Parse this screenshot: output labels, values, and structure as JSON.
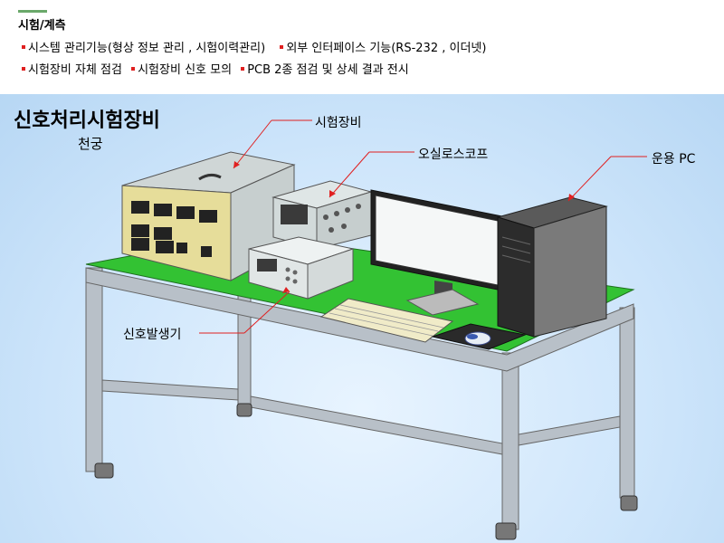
{
  "header": {
    "section_title": "시험/계측",
    "bullets_row1": [
      "시스템 관리기능(형상 정보 관리 , 시험이력관리)",
      "외부 인터페이스 기능(RS-232 , 이더넷)"
    ],
    "bullets_row2": [
      "시험장비 자체 점검",
      "시험장비 신호 모의",
      "PCB 2종 점검 및 상세 결과 전시"
    ]
  },
  "scene": {
    "title": "신호처리시험장비",
    "subtitle": "천궁",
    "labels": {
      "test_equipment": "시험장비",
      "oscilloscope": "오실로스코프",
      "operation_pc": "운용 PC",
      "signal_generator": "신호발생기"
    }
  },
  "colors": {
    "accent": "#6aa86a",
    "bullet": "#e02020",
    "callout": "#e02020",
    "table_top": "#33c233"
  }
}
